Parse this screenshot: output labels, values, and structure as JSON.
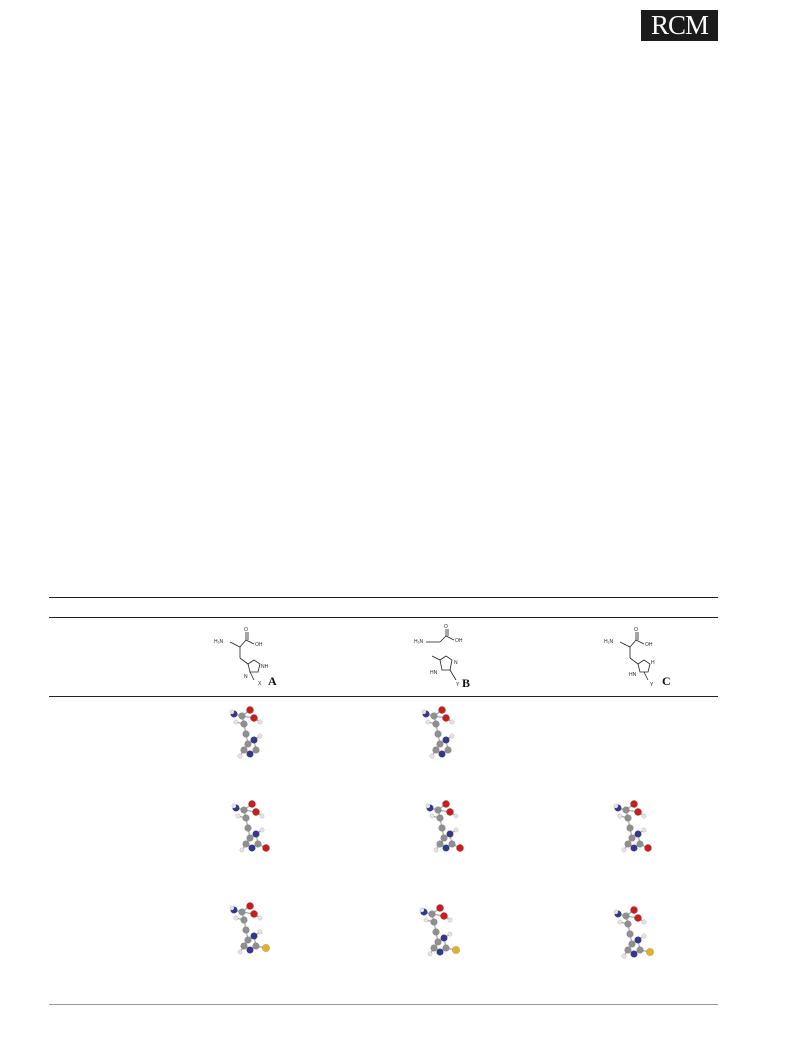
{
  "header": {
    "logo_text": "RCM"
  },
  "table": {
    "structures": [
      {
        "label": "A",
        "substituent": "X",
        "amine": "H₂N",
        "acid_o": "O",
        "acid_oh": "OH",
        "ring_n1": "N",
        "ring_n2": "NH"
      },
      {
        "label": "B",
        "substituent": "Y",
        "amine": "H₂N",
        "acid_o": "O",
        "acid_oh": "OH",
        "ring_n1": "N",
        "ring_n2": "HN"
      },
      {
        "label": "C",
        "substituent": "Y",
        "amine": "H₂N",
        "acid_o": "O",
        "acid_oh": "OH",
        "ring_n1": "H",
        "ring_n2": "HN"
      }
    ]
  },
  "colors": {
    "carbon": "#8f8f8f",
    "hydrogen": "#e4e4e4",
    "nitrogen": "#36368a",
    "oxygen": "#c42020",
    "sulfur": "#e0b030"
  },
  "models": [
    {
      "row": 1,
      "col": "A",
      "variant": "plain"
    },
    {
      "row": 1,
      "col": "B",
      "variant": "plain"
    },
    {
      "row": 2,
      "col": "A",
      "variant": "oxo"
    },
    {
      "row": 2,
      "col": "B",
      "variant": "oxo"
    },
    {
      "row": 2,
      "col": "C",
      "variant": "oxo"
    },
    {
      "row": 3,
      "col": "A",
      "variant": "thio"
    },
    {
      "row": 3,
      "col": "B",
      "variant": "thio"
    },
    {
      "row": 3,
      "col": "C",
      "variant": "thio"
    }
  ]
}
